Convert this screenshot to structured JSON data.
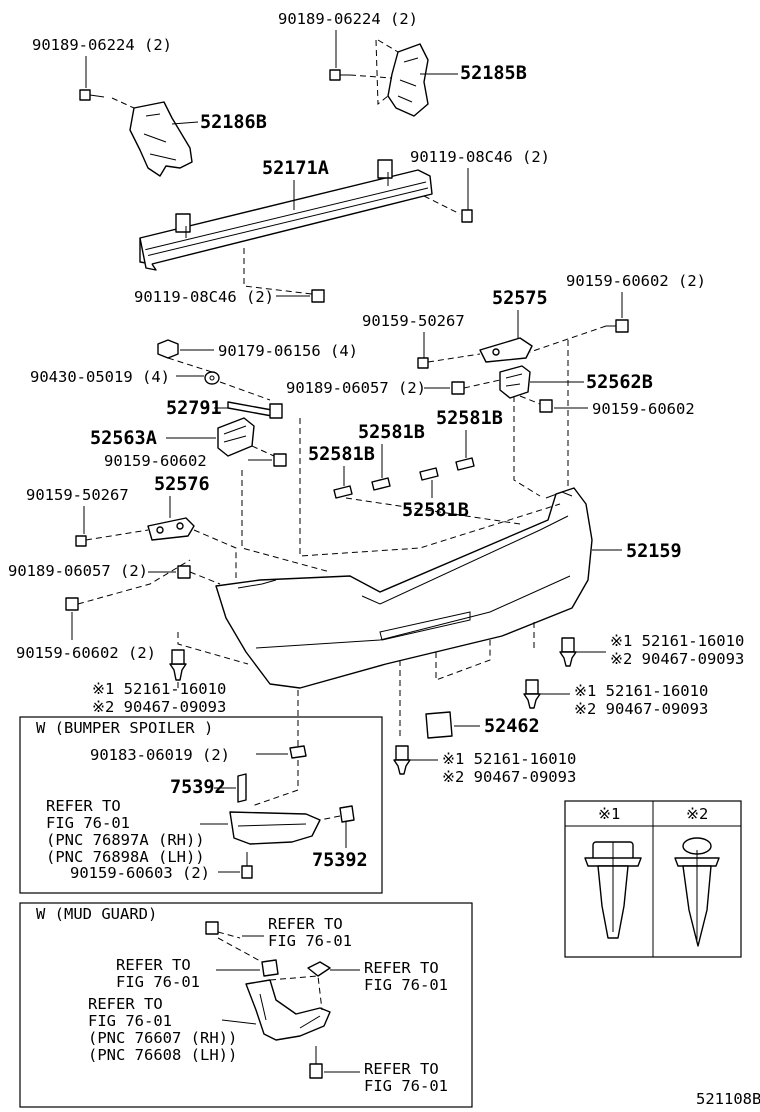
{
  "labels": {
    "p52185B": "52185B",
    "b52185B": "90189-06224 (2)",
    "b52186B": "90189-06224 (2)",
    "p52186B": "52186B",
    "p52171A": "52171A",
    "b90119a": "90119-08C46 (2)",
    "b90119b": "90119-08C46 (2)",
    "b90159_602a": "90159-60602 (2)",
    "p52575": "52575",
    "b90159_267a": "90159-50267",
    "b90179": "90179-06156 (4)",
    "b90430": "90430-05019 (4)",
    "b90189_057a": "90189-06057 (2)",
    "p52562B": "52562B",
    "b90159_602b": "90159-60602",
    "p52791": "52791",
    "p52581B_a": "52581B",
    "p52581B_b": "52581B",
    "p52581B_c": "52581B",
    "p52581B_d": "52581B",
    "p52563A": "52563A",
    "b90159_602c": "90159-60602",
    "b90159_267b": "90159-50267",
    "p52576": "52576",
    "b90189_057b": "90189-06057 (2)",
    "p52159": "52159",
    "b90159_602d": "90159-60602 (2)",
    "c1_a": "※1 52161-16010",
    "c2_a": "※2 90467-09093",
    "c1_b": "※1 52161-16010",
    "c2_b": "※2 90467-09093",
    "c1_c": "※1 52161-16010",
    "c2_c": "※2 90467-09093",
    "c1_d": "※1 52161-16010",
    "c2_d": "※2 90467-09093",
    "p52462": "52462",
    "spoiler_title": "W (BUMPER SPOILER )",
    "b90183": "90183-06019 (2)",
    "p75392_a": "75392",
    "p75392_b": "75392",
    "refer_sp_1": "REFER  TO",
    "refer_sp_2": "FIG  76-01",
    "refer_sp_3": "(PNC 76897A (RH))",
    "refer_sp_4": "(PNC 76898A (LH))",
    "b90159_603": "90159-60603 (2)",
    "mud_title": "W (MUD GUARD)",
    "ref_m1_1": "REFER  TO",
    "ref_m1_2": "FIG  76-01",
    "ref_m2_1": "REFER  TO",
    "ref_m2_2": "FIG  76-01",
    "ref_m3_1": "REFER  TO",
    "ref_m3_2": "FIG  76-01",
    "ref_m4_1": "REFER  TO",
    "ref_m4_2": "FIG  76-01",
    "ref_m4_3": "(PNC 76607 (RH))",
    "ref_m4_4": "(PNC 76608 (LH))",
    "ref_m5_1": "REFER  TO",
    "ref_m5_2": "FIG  76-01",
    "legend_1": "※1",
    "legend_2": "※2",
    "figure_id": "521108B"
  }
}
